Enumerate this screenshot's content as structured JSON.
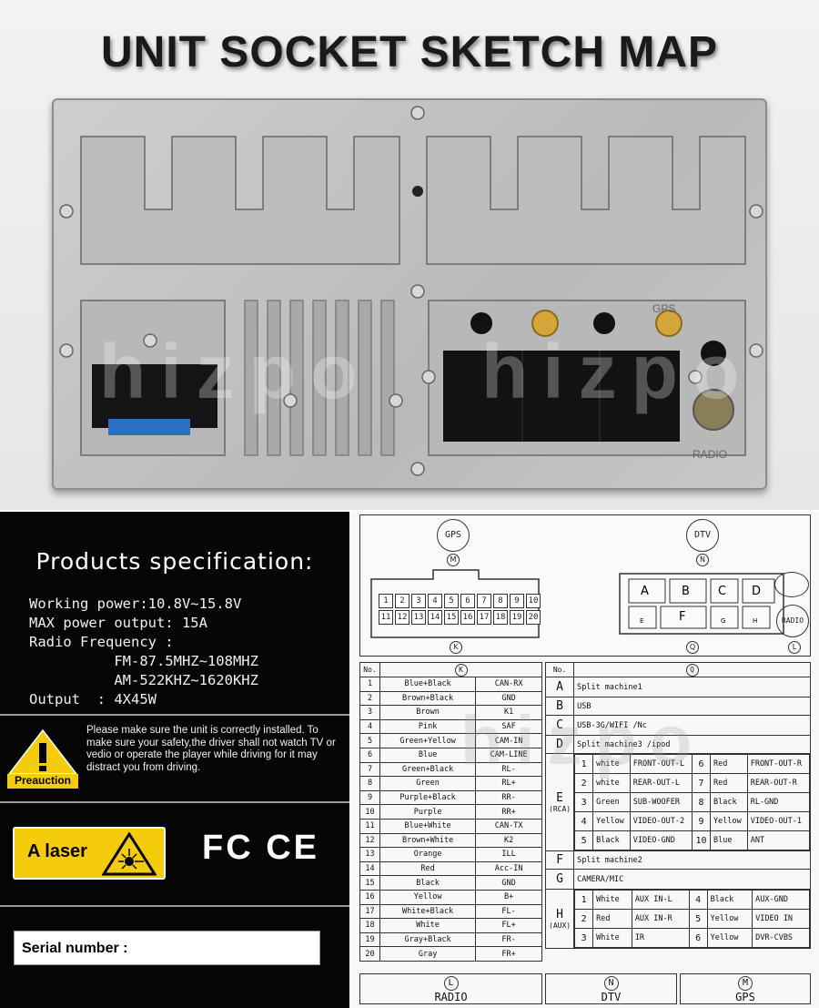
{
  "title": "UNIT SOCKET SKETCH MAP",
  "watermark": "hizpo",
  "unit_labels": {
    "gps": "GPS",
    "radio": "RADIO"
  },
  "spec": {
    "heading": "Products specification:",
    "lines": [
      "Working power:10.8V~15.8V",
      "MAX power output: 15A",
      "Radio Frequency :",
      "          FM-87.5MHZ~108MHZ",
      "          AM-522KHZ~1620KHZ",
      "Output  : 4X45W"
    ],
    "precaution_label": "Preauction",
    "warning_text": "Please make sure the unit is correctly installed. To make sure your safety,the driver shall not watch TV or vedio or operate the player while driving for it may distract you from driving.",
    "laser_label": "A laser",
    "cert_marks": "FC CE",
    "serial_label": "Serial number :"
  },
  "diagram": {
    "top_labels": {
      "gps": "GPS",
      "dtv": "DTV",
      "radio": "RADIO",
      "m": "M",
      "n": "N",
      "k": "K",
      "q": "Q",
      "l": "L"
    },
    "pins_row1": [
      "1",
      "2",
      "3",
      "4",
      "5",
      "6",
      "7",
      "8",
      "9",
      "10"
    ],
    "pins_row2": [
      "11",
      "12",
      "13",
      "14",
      "15",
      "16",
      "17",
      "18",
      "19",
      "20"
    ],
    "q_blocks": {
      "a": "A",
      "b": "B",
      "c": "C",
      "d": "D",
      "e": "E",
      "f": "F",
      "g": "G",
      "h": "H"
    },
    "k_header": {
      "no": "No.",
      "k": "K"
    },
    "k_rows": [
      [
        "1",
        "Blue+Black",
        "CAN-RX"
      ],
      [
        "2",
        "Brown+Black",
        "GND"
      ],
      [
        "3",
        "Brown",
        "K1"
      ],
      [
        "4",
        "Pink",
        "SAF"
      ],
      [
        "5",
        "Green+Yellow",
        "CAM-IN"
      ],
      [
        "6",
        "Blue",
        "CAM-LINE"
      ],
      [
        "7",
        "Green+Black",
        "RL-"
      ],
      [
        "8",
        "Green",
        "RL+"
      ],
      [
        "9",
        "Purple+Black",
        "RR-"
      ],
      [
        "10",
        "Purple",
        "RR+"
      ],
      [
        "11",
        "Blue+White",
        "CAN-TX"
      ],
      [
        "12",
        "Brown+White",
        "K2"
      ],
      [
        "13",
        "Orange",
        "ILL"
      ],
      [
        "14",
        "Red",
        "Acc-IN"
      ],
      [
        "15",
        "Black",
        "GND"
      ],
      [
        "16",
        "Yellow",
        "B+"
      ],
      [
        "17",
        "White+Black",
        "FL-"
      ],
      [
        "18",
        "White",
        "FL+"
      ],
      [
        "19",
        "Gray+Black",
        "FR-"
      ],
      [
        "20",
        "Gray",
        "FR+"
      ]
    ],
    "q_header": {
      "no": "No.",
      "q": "Q"
    },
    "q_simple": {
      "A": "Split machine1",
      "B": "USB",
      "C": "USB-3G/WIFI /Nc",
      "D": "Split machine3 /ipod",
      "F": "Split machine2",
      "G": "CAMERA/MIC"
    },
    "e_sub": "(RCA)",
    "e_rows": [
      [
        "1",
        "white",
        "FRONT-OUT-L",
        "6",
        "Red",
        "FRONT-OUT-R"
      ],
      [
        "2",
        "white",
        "REAR-OUT-L",
        "7",
        "Red",
        "REAR-OUT-R"
      ],
      [
        "3",
        "Green",
        "SUB-WOOFER",
        "8",
        "Black",
        "RL-GND"
      ],
      [
        "4",
        "Yellow",
        "VIDEO-OUT-2",
        "9",
        "Yellow",
        "VIDEO-OUT-1"
      ],
      [
        "5",
        "Black",
        "VIDEO-GND",
        "10",
        "Blue",
        "ANT"
      ]
    ],
    "h_sub": "(AUX)",
    "h_rows": [
      [
        "1",
        "White",
        "AUX IN-L",
        "4",
        "Black",
        "AUX-GND"
      ],
      [
        "2",
        "Red",
        "AUX IN-R",
        "5",
        "Yellow",
        "VIDEO IN"
      ],
      [
        "3",
        "White",
        "IR",
        "6",
        "Yellow",
        "DVR-CVBS"
      ]
    ],
    "footer": [
      {
        "letter": "L",
        "label": "RADIO"
      },
      {
        "letter": "N",
        "label": "DTV"
      },
      {
        "letter": "M",
        "label": "GPS"
      }
    ]
  }
}
